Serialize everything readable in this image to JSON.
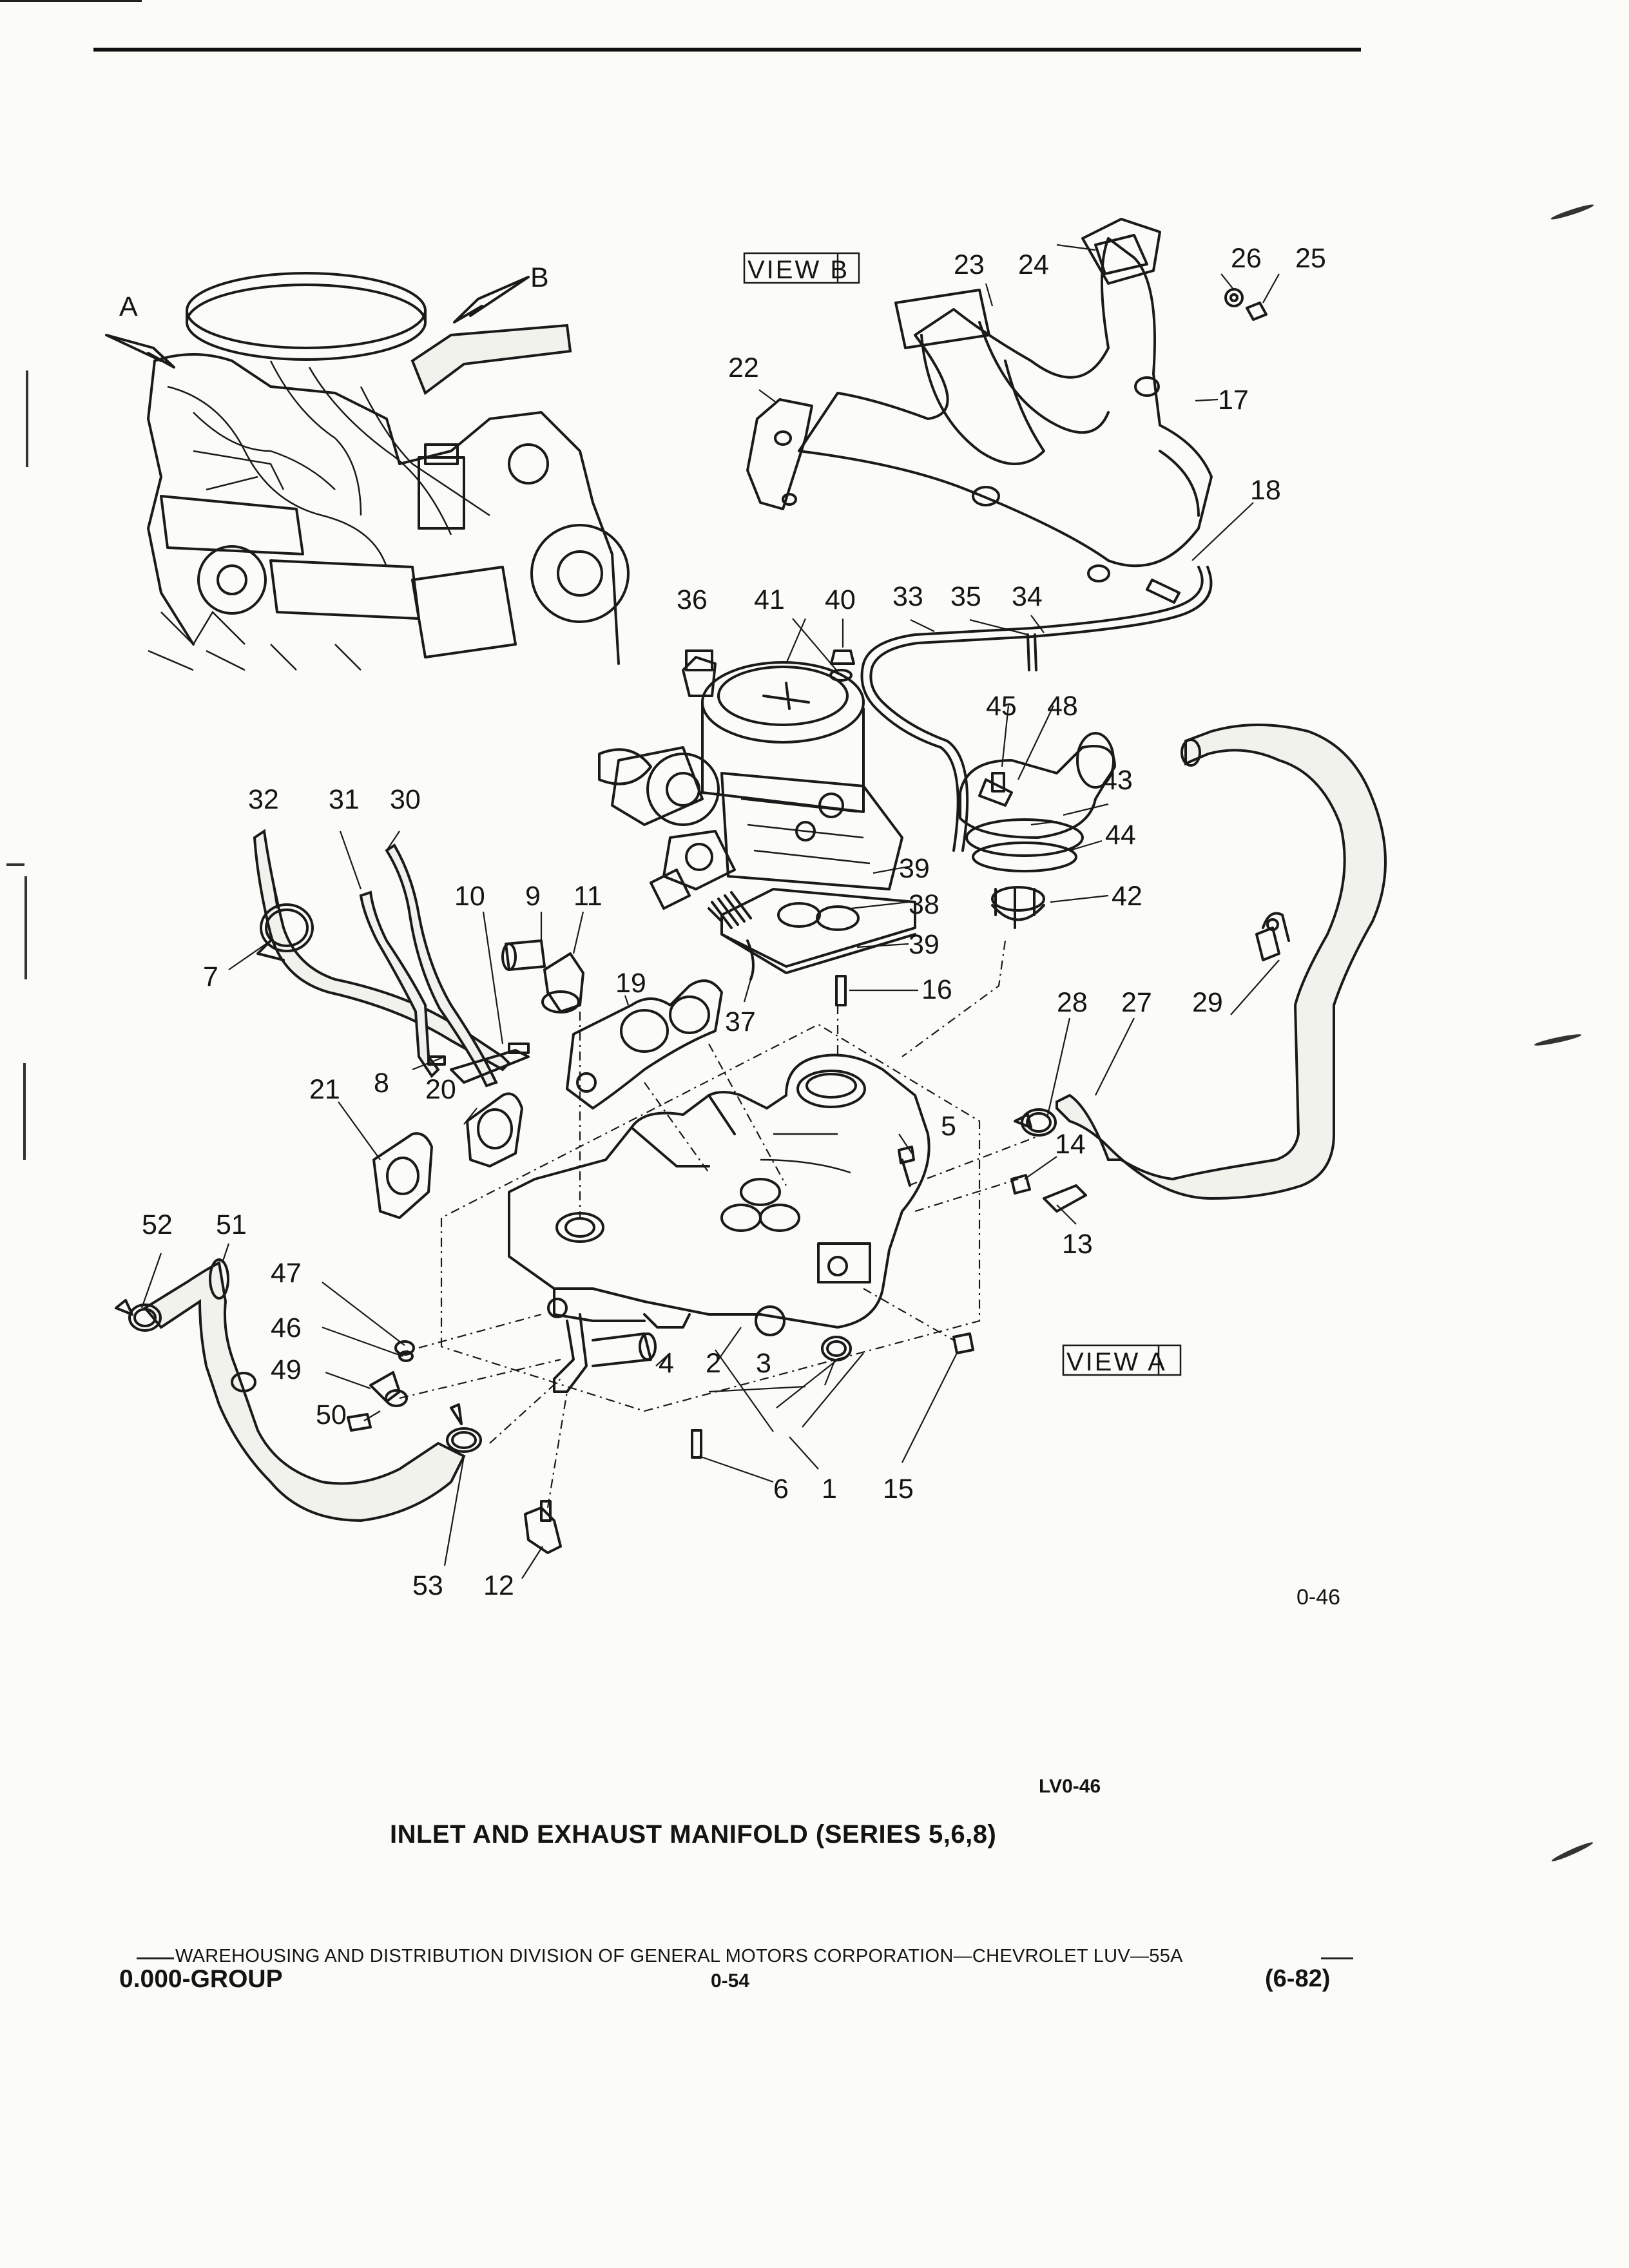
{
  "views": {
    "view_a": "VIEW A",
    "view_b": "VIEW B"
  },
  "pointers": {
    "a": "A",
    "b": "B"
  },
  "callouts": [
    "1",
    "2",
    "3",
    "4",
    "5",
    "6",
    "7",
    "8",
    "9",
    "10",
    "11",
    "12",
    "13",
    "14",
    "15",
    "16",
    "17",
    "18",
    "19",
    "20",
    "21",
    "22",
    "23",
    "24",
    "25",
    "26",
    "27",
    "28",
    "29",
    "30",
    "31",
    "32",
    "33",
    "34",
    "35",
    "36",
    "37",
    "38",
    "39",
    "39",
    "40",
    "41",
    "42",
    "43",
    "44",
    "45",
    "46",
    "47",
    "48",
    "49",
    "50",
    "51",
    "52",
    "53"
  ],
  "figure_number": "0-46",
  "figure_code": "LV0-46",
  "title": "INLET AND EXHAUST MANIFOLD (SERIES 5,6,8)",
  "footer": {
    "corporation": "WAREHOUSING AND DISTRIBUTION  DIVISION OF GENERAL MOTORS CORPORATION—CHEVROLET LUV—55A",
    "group": "0.000-GROUP",
    "page": "0-54",
    "date": "(6-82)"
  }
}
